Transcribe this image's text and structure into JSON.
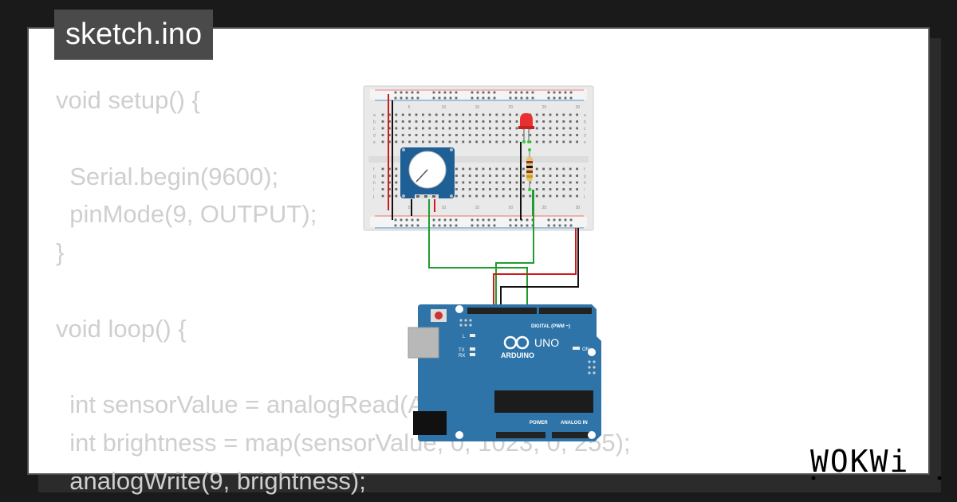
{
  "title": "sketch.ino",
  "code_lines": [
    "void setup() {",
    "",
    "  Serial.begin(9600);",
    "  pinMode(9, OUTPUT);",
    "}",
    "",
    "void loop() {",
    "",
    "  int sensorValue = analogRead(A0);",
    "  int brightness = map(sensorValue, 0, 1023, 0, 255);",
    "  analogWrite(9, brightness);"
  ],
  "board": {
    "brand": "ARDUINO",
    "model": "UNO",
    "label_digital": "DIGITAL (PWM ~)",
    "label_power": "POWER",
    "label_analog": "ANALOG IN",
    "label_on": "ON",
    "label_l": "L",
    "label_tx": "TX",
    "label_rx": "RX"
  },
  "breadboard": {
    "column_numbers": [
      "5",
      "10",
      "15",
      "20",
      "25",
      "30"
    ],
    "row_letters_top": [
      "a",
      "b",
      "c",
      "d",
      "e"
    ],
    "row_letters_bottom": [
      "f",
      "g",
      "h",
      "i",
      "j"
    ]
  },
  "logo_text": "WOKWi",
  "colors": {
    "background": "#1a1a1a",
    "card": "#ffffff",
    "tag": "#4a4a4a",
    "code": "#cfcfcf",
    "board": "#2f74a8",
    "wire_green": "#1f9e2f",
    "wire_red": "#d11b1b",
    "wire_black": "#111111",
    "led": "#e83030"
  }
}
